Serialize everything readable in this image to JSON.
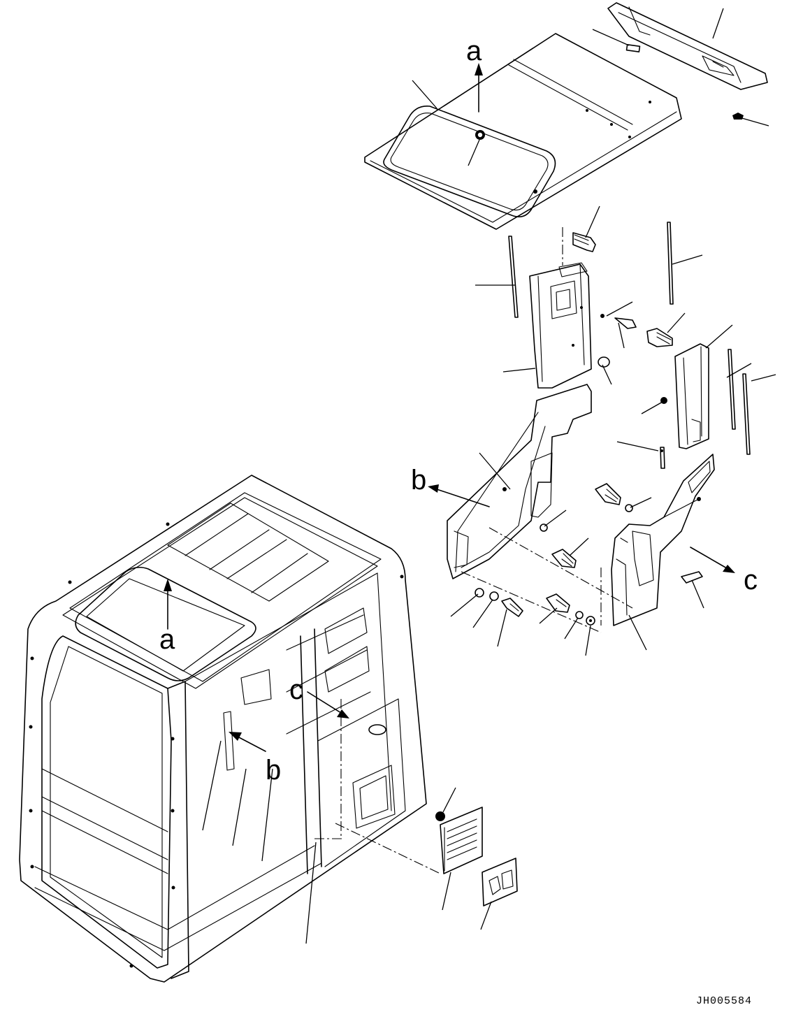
{
  "views": [
    {
      "id": "a",
      "label": "a"
    },
    {
      "id": "b",
      "label": "b"
    },
    {
      "id": "c",
      "label": "c"
    }
  ],
  "drawing_code": "JH005584"
}
